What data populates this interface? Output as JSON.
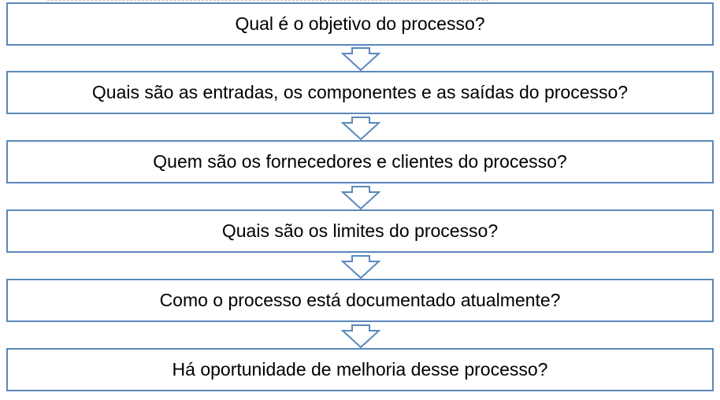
{
  "flowchart": {
    "colors": {
      "box_border": "#5b88bb",
      "arrow_stroke": "#5b88bb",
      "text": "#000000"
    },
    "steps": [
      {
        "label": "Qual é o objetivo do processo?"
      },
      {
        "label": "Quais são as entradas, os componentes e as saídas do processo?"
      },
      {
        "label": "Quem são os fornecedores e clientes do processo?"
      },
      {
        "label": "Quais são os limites do processo?"
      },
      {
        "label": "Como o processo está documentado atualmente?"
      },
      {
        "label": "Há oportunidade de melhoria desse processo?"
      }
    ],
    "connector_icon": "down-arrow-outline-icon"
  }
}
